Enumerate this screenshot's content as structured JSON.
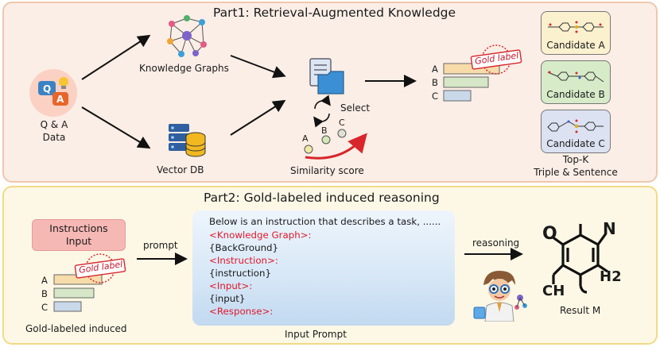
{
  "part1": {
    "title": "Part1: Retrieval-Augmented Knowledge",
    "qa_label_line1": "Q & A",
    "qa_label_line2": "Data",
    "kg_label": "Knowledge Graphs",
    "vdb_label": "Vector DB",
    "select_label": "Select",
    "similarity_label": "Similarity score",
    "abc": [
      "A",
      "B",
      "C"
    ],
    "gold_label": "Gold label",
    "candidates": [
      "Candidate A",
      "Candidate B",
      "Candidate C"
    ],
    "candidate_colors": [
      "#fbf1cf",
      "#d7ebc9",
      "#dde2f2"
    ],
    "topk_line1": "Top-K",
    "topk_line2": "Triple & Sentence"
  },
  "part2": {
    "title": "Part2: Gold-labeled induced reasoning",
    "instructions_line1": "Instructions",
    "instructions_line2": "Input",
    "prompt_arrow_label": "prompt",
    "gold_label": "Gold label",
    "abc": [
      "A",
      "B",
      "C"
    ],
    "gold_induced_label": "Gold-labeled induced",
    "prompt_lines": [
      "Below is an instruction that describes a task, ......",
      "<Knowledge Graph>:",
      "{BackGround}",
      "<Instruction>:",
      "{instruction}",
      "<Input>:",
      "{input}",
      "<Response>:"
    ],
    "input_prompt_caption": "Input Prompt",
    "reasoning_label": "reasoning",
    "molecule_labels": {
      "o": "O",
      "n": "N",
      "h2": "H2",
      "ch": "CH"
    },
    "result_label": "Result M"
  }
}
